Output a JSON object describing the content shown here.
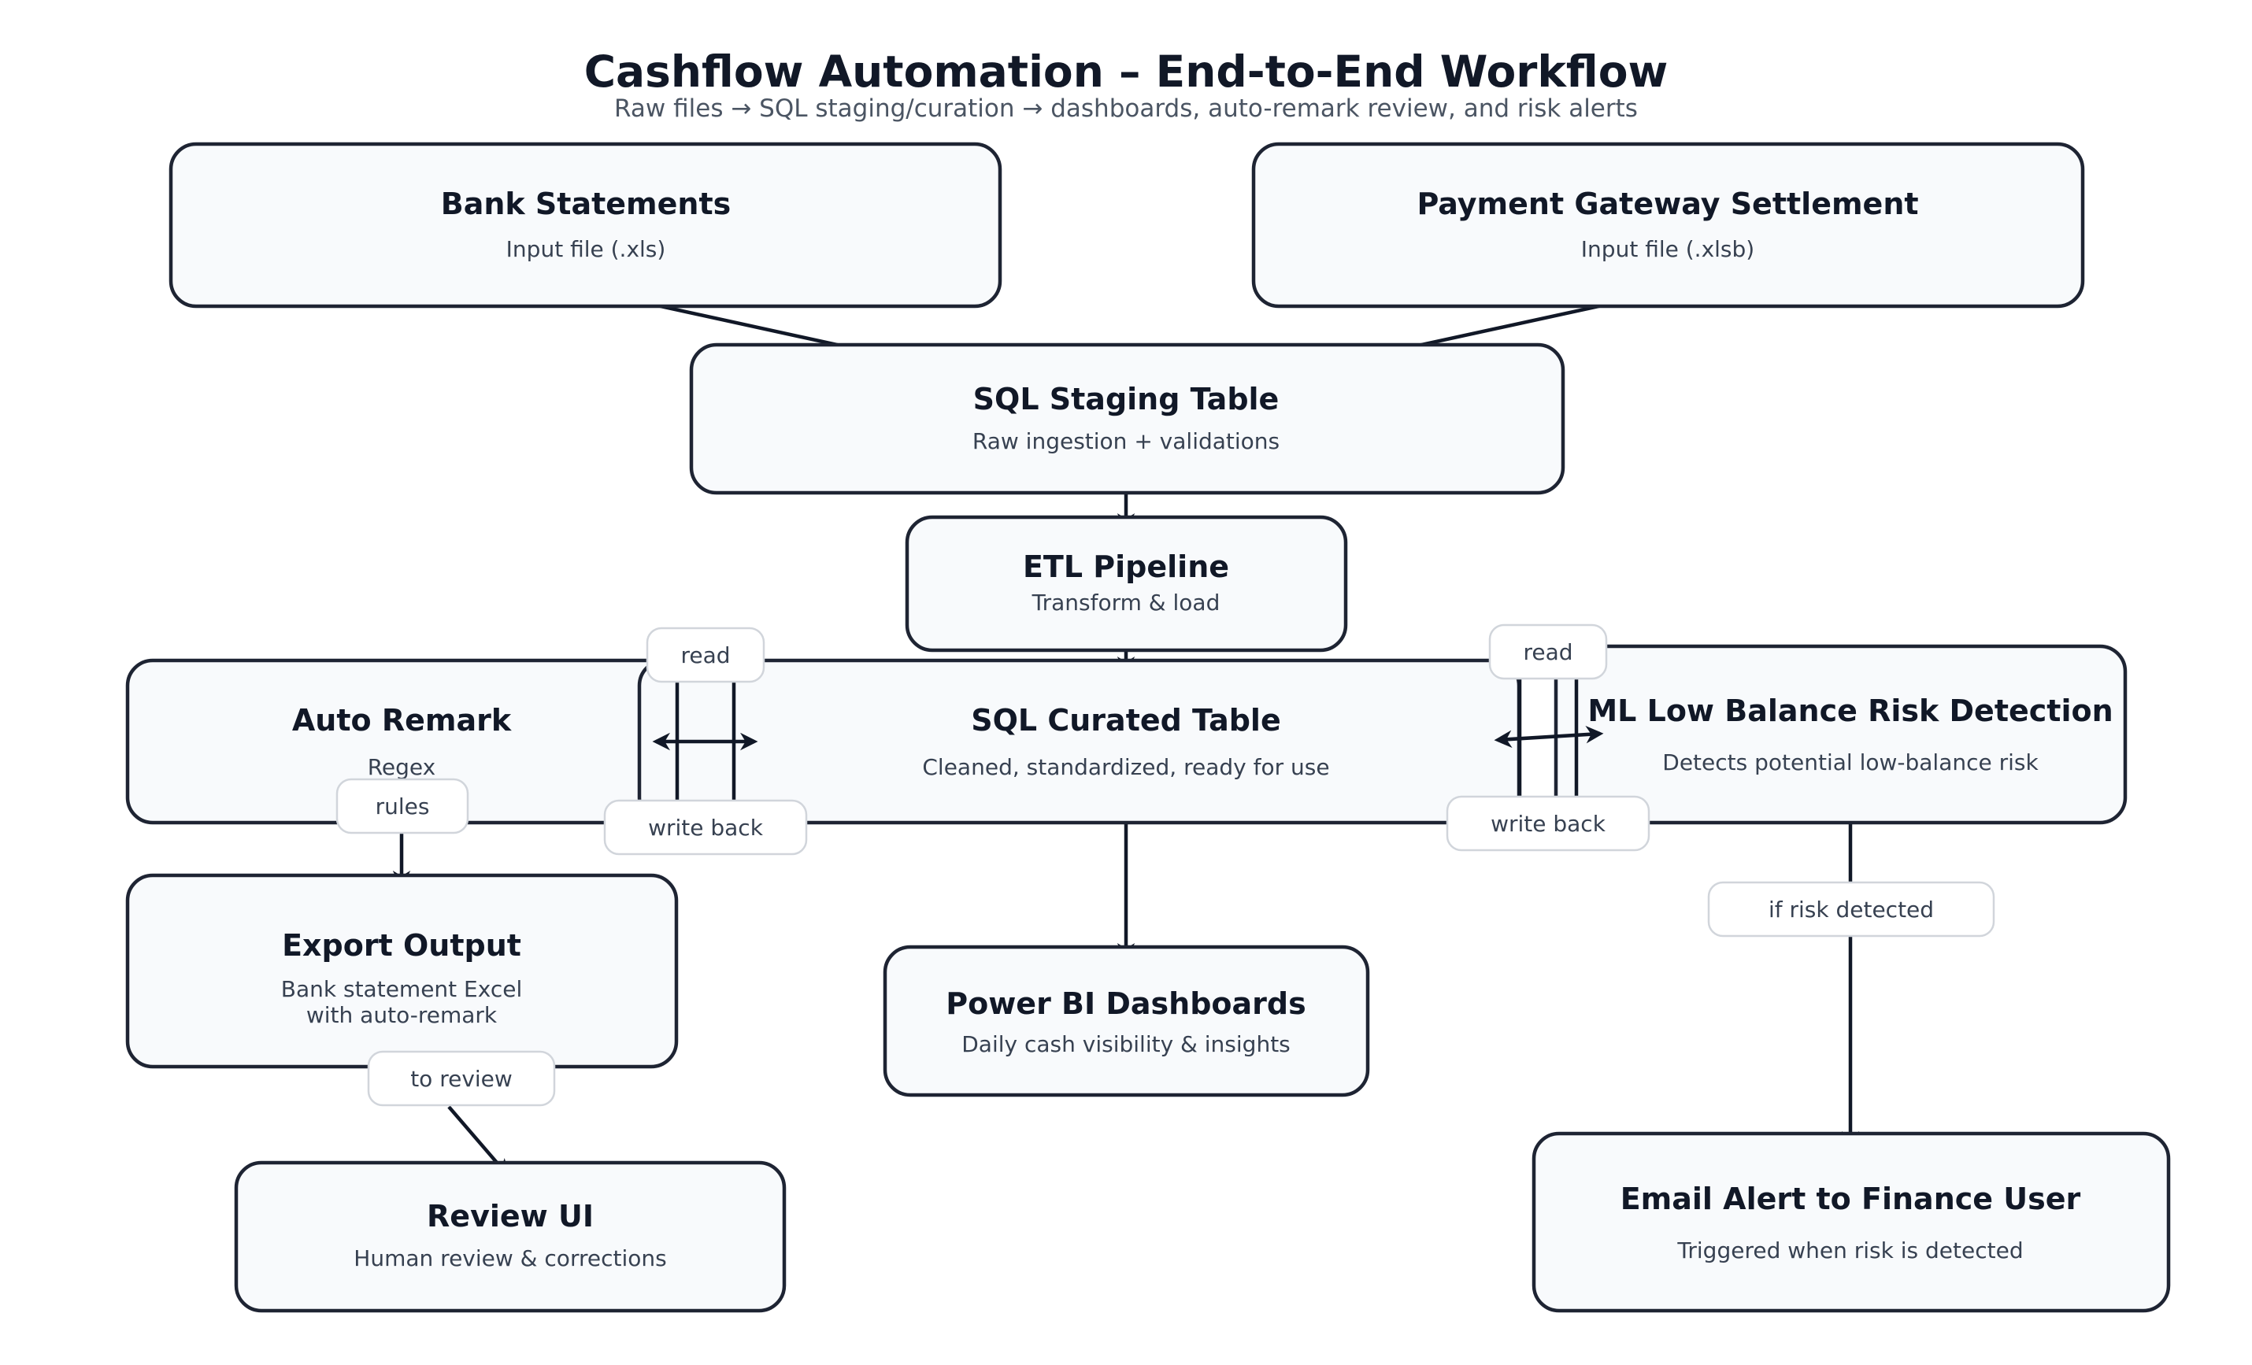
{
  "header": {
    "title": "Cashflow Automation – End-to-End Workflow",
    "subtitle": "Raw files → SQL staging/curation → dashboards, auto-remark review, and risk alerts"
  },
  "nodes": {
    "bank_statements": {
      "title": "Bank Statements",
      "sub": "Input file (.xls)"
    },
    "payment_gateway": {
      "title": "Payment Gateway Settlement",
      "sub": "Input file (.xlsb)"
    },
    "sql_staging": {
      "title": "SQL Staging Table",
      "sub": "Raw ingestion + validations"
    },
    "etl_pipeline": {
      "title": "ETL Pipeline",
      "sub": "Transform & load"
    },
    "auto_remark": {
      "title": "Auto Remark",
      "sub": "Regex"
    },
    "sql_curated": {
      "title": "SQL Curated Table",
      "sub": "Cleaned, standardized, ready for use"
    },
    "ml_risk": {
      "title": "ML Low Balance Risk Detection",
      "sub": "Detects potential low-balance risk"
    },
    "export_output": {
      "title": "Export Output",
      "sub_line1": "Bank statement Excel",
      "sub_line2": "with auto-remark"
    },
    "power_bi": {
      "title": "Power BI Dashboards",
      "sub": "Daily cash visibility & insights"
    },
    "review_ui": {
      "title": "Review UI",
      "sub": "Human review & corrections"
    },
    "email_alert": {
      "title": "Email Alert to Finance User",
      "sub": "Triggered when risk is detected"
    }
  },
  "edge_labels": {
    "remark_read": "read",
    "remark_write_back": "write back",
    "ml_read": "read",
    "ml_write_back": "write back",
    "rules": "rules",
    "to_review": "to review",
    "if_risk_detected": "if risk detected"
  },
  "colors": {
    "node_fill": "#f8fafc",
    "node_stroke": "#1e2433",
    "edge": "#111827",
    "pill_stroke": "#d1d5db",
    "title_text": "#111827",
    "sub_text": "#374151"
  }
}
